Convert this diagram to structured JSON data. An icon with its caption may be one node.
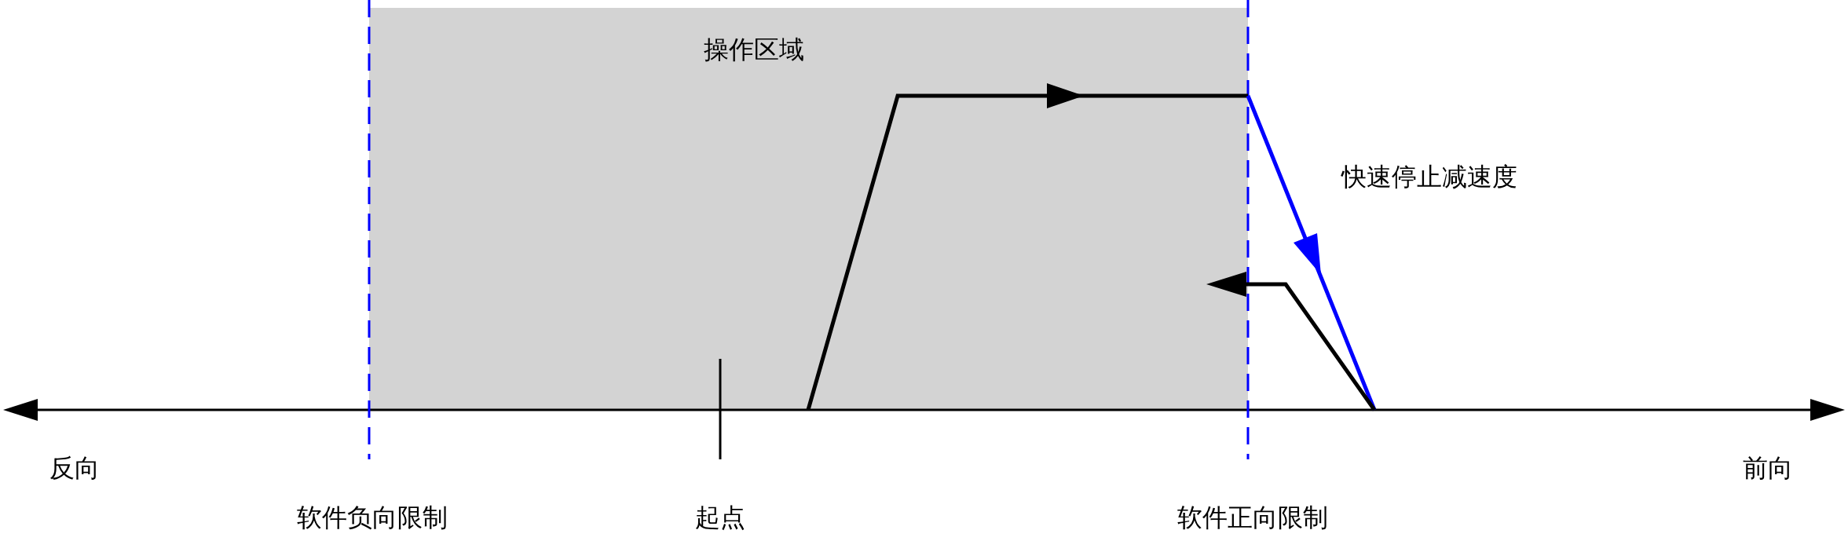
{
  "diagram": {
    "nodes": [
      {
        "text": [
          "操作区域"
        ]
      }
    ],
    "labels": [
      "快速停止减速度",
      "反向",
      "软件负向限制",
      "起点",
      "软件正向限制",
      "前向"
    ]
  }
}
